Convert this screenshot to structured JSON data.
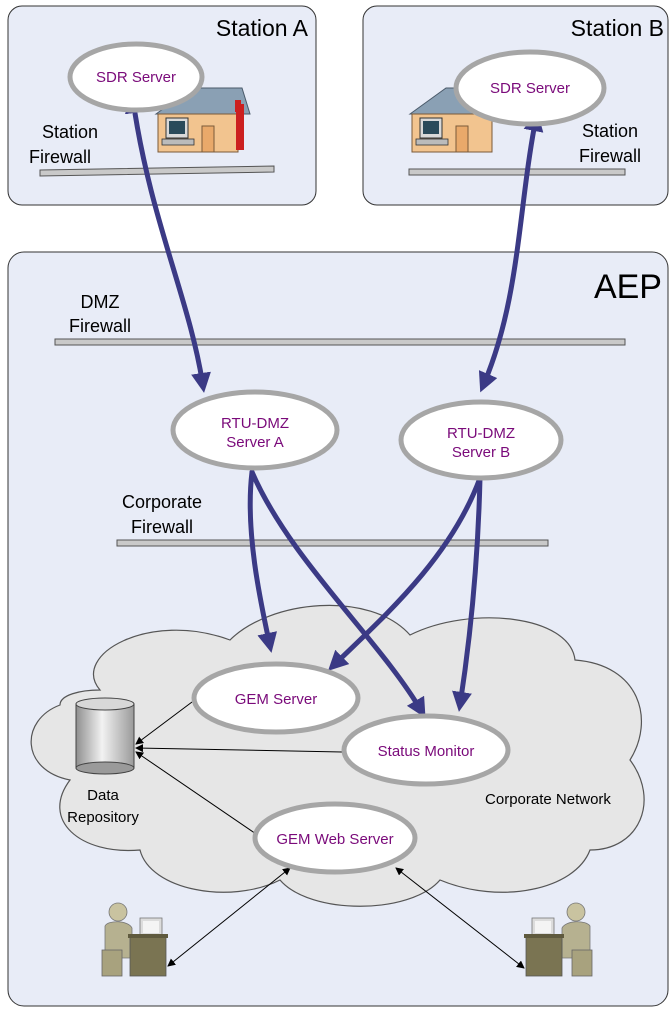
{
  "regions": {
    "station_a": "Station A",
    "station_b": "Station B",
    "aep": "AEP"
  },
  "firewalls": {
    "station_a": [
      "Station",
      "Firewall"
    ],
    "station_b": [
      "Station",
      "Firewall"
    ],
    "dmz": [
      "DMZ",
      "Firewall"
    ],
    "corporate": [
      "Corporate",
      "Firewall"
    ]
  },
  "nodes": {
    "sdr_a": "SDR Server",
    "sdr_b": "SDR Server",
    "rtu_a": [
      "RTU-DMZ",
      "Server A"
    ],
    "rtu_b": [
      "RTU-DMZ",
      "Server B"
    ],
    "gem_server": "GEM Server",
    "status_monitor": "Status Monitor",
    "gem_web": "GEM Web Server"
  },
  "repository": [
    "Data",
    "Repository"
  ],
  "network": "Corporate Network",
  "colors": {
    "region_fill": "#e8ecf7",
    "cloud_fill": "#e6e6e6",
    "node_fill": "#ffffff",
    "node_stroke": "#a6a6a6",
    "node_text": "#7a0a7a",
    "arrow": "#3b3a85",
    "firewall": "#c9c9c9"
  }
}
